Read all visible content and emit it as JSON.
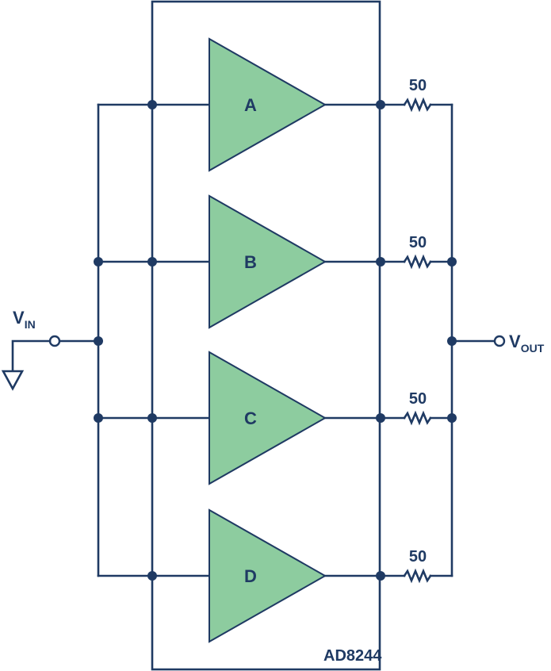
{
  "colors": {
    "wire": "#1f3a63",
    "amplifier_fill": "#8dcc9f",
    "background": "#ffffff"
  },
  "chip": {
    "part_number": "AD8244"
  },
  "input": {
    "label": "V",
    "subscript": "IN"
  },
  "output": {
    "label": "V",
    "subscript": "OUT"
  },
  "amplifiers": [
    {
      "label": "A",
      "output_resistor": "50"
    },
    {
      "label": "B",
      "output_resistor": "50"
    },
    {
      "label": "C",
      "output_resistor": "50"
    },
    {
      "label": "D",
      "output_resistor": "50"
    }
  ],
  "ground_symbol": "ground-icon"
}
